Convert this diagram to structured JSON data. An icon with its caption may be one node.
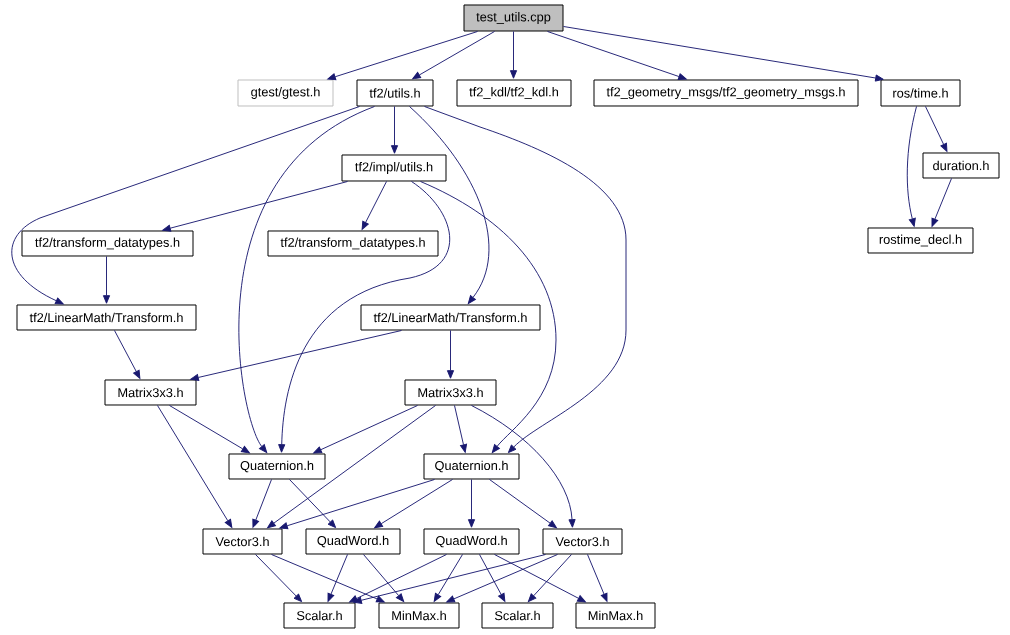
{
  "diagram": {
    "nodes": [
      {
        "text": [
          "test_utils.cpp"
        ]
      },
      {
        "text": [
          "gtest/gtest.h"
        ]
      },
      {
        "text": [
          "tf2/utils.h"
        ]
      },
      {
        "text": [
          "tf2_kdl/tf2_kdl.h"
        ]
      },
      {
        "text": [
          "tf2_geometry_msgs/tf2_geometry_msgs.h"
        ]
      },
      {
        "text": [
          "ros/time.h"
        ]
      },
      {
        "text": [
          "tf2/impl/utils.h"
        ]
      },
      {
        "text": [
          "duration.h"
        ]
      },
      {
        "text": [
          "tf2/transform_datatypes.h"
        ]
      },
      {
        "text": [
          "tf2/transform_datatypes.h"
        ]
      },
      {
        "text": [
          "rostime_decl.h"
        ]
      },
      {
        "text": [
          "tf2/LinearMath/Transform.h"
        ]
      },
      {
        "text": [
          "tf2/LinearMath/Transform.h"
        ]
      },
      {
        "text": [
          "Matrix3x3.h"
        ]
      },
      {
        "text": [
          "Matrix3x3.h"
        ]
      },
      {
        "text": [
          "Quaternion.h"
        ]
      },
      {
        "text": [
          "Quaternion.h"
        ]
      },
      {
        "text": [
          "Vector3.h"
        ]
      },
      {
        "text": [
          "QuadWord.h"
        ]
      },
      {
        "text": [
          "QuadWord.h"
        ]
      },
      {
        "text": [
          "Vector3.h"
        ]
      },
      {
        "text": [
          "Scalar.h"
        ]
      },
      {
        "text": [
          "MinMax.h"
        ]
      },
      {
        "text": [
          "Scalar.h"
        ]
      },
      {
        "text": [
          "MinMax.h"
        ]
      }
    ],
    "edges": [
      {
        "from": 0,
        "to": 1,
        "arrow": "to"
      },
      {
        "from": 0,
        "to": 2,
        "arrow": "to"
      },
      {
        "from": 0,
        "to": 3,
        "arrow": "to"
      },
      {
        "from": 0,
        "to": 4,
        "arrow": "to"
      },
      {
        "from": 0,
        "to": 5,
        "arrow": "to"
      },
      {
        "from": 2,
        "to": 6,
        "arrow": "to"
      },
      {
        "from": 2,
        "to": 11,
        "arrow": "to"
      },
      {
        "from": 2,
        "to": 15,
        "arrow": "to"
      },
      {
        "from": 2,
        "to": 12,
        "arrow": "to"
      },
      {
        "from": 2,
        "to": 16,
        "arrow": "to"
      },
      {
        "from": 6,
        "to": 8,
        "arrow": "to"
      },
      {
        "from": 6,
        "to": 9,
        "arrow": "to"
      },
      {
        "from": 6,
        "to": 15,
        "arrow": "to"
      },
      {
        "from": 6,
        "to": 16,
        "arrow": "to"
      },
      {
        "from": 8,
        "to": 11,
        "arrow": "to"
      },
      {
        "from": 11,
        "to": 13,
        "arrow": "to"
      },
      {
        "from": 12,
        "to": 13,
        "arrow": "to"
      },
      {
        "from": 12,
        "to": 14,
        "arrow": "to"
      },
      {
        "from": 13,
        "to": 15,
        "arrow": "to"
      },
      {
        "from": 13,
        "to": 17,
        "arrow": "to"
      },
      {
        "from": 14,
        "to": 15,
        "arrow": "to"
      },
      {
        "from": 14,
        "to": 17,
        "arrow": "to"
      },
      {
        "from": 14,
        "to": 16,
        "arrow": "to"
      },
      {
        "from": 14,
        "to": 20,
        "arrow": "to"
      },
      {
        "from": 15,
        "to": 17,
        "arrow": "to"
      },
      {
        "from": 15,
        "to": 18,
        "arrow": "to"
      },
      {
        "from": 16,
        "to": 17,
        "arrow": "to"
      },
      {
        "from": 16,
        "to": 18,
        "arrow": "to"
      },
      {
        "from": 16,
        "to": 19,
        "arrow": "to"
      },
      {
        "from": 16,
        "to": 20,
        "arrow": "to"
      },
      {
        "from": 17,
        "to": 21,
        "arrow": "to"
      },
      {
        "from": 17,
        "to": 22,
        "arrow": "to"
      },
      {
        "from": 18,
        "to": 21,
        "arrow": "to"
      },
      {
        "from": 18,
        "to": 22,
        "arrow": "to"
      },
      {
        "from": 19,
        "to": 21,
        "arrow": "to"
      },
      {
        "from": 19,
        "to": 22,
        "arrow": "to"
      },
      {
        "from": 19,
        "to": 23,
        "arrow": "to"
      },
      {
        "from": 19,
        "to": 24,
        "arrow": "to"
      },
      {
        "from": 20,
        "to": 21,
        "arrow": "to"
      },
      {
        "from": 20,
        "to": 22,
        "arrow": "to"
      },
      {
        "from": 20,
        "to": 23,
        "arrow": "to"
      },
      {
        "from": 20,
        "to": 24,
        "arrow": "to"
      },
      {
        "from": 5,
        "to": 7,
        "arrow": "to"
      },
      {
        "from": 5,
        "to": 10,
        "arrow": "to"
      },
      {
        "from": 7,
        "to": 10,
        "arrow": "to"
      }
    ]
  }
}
